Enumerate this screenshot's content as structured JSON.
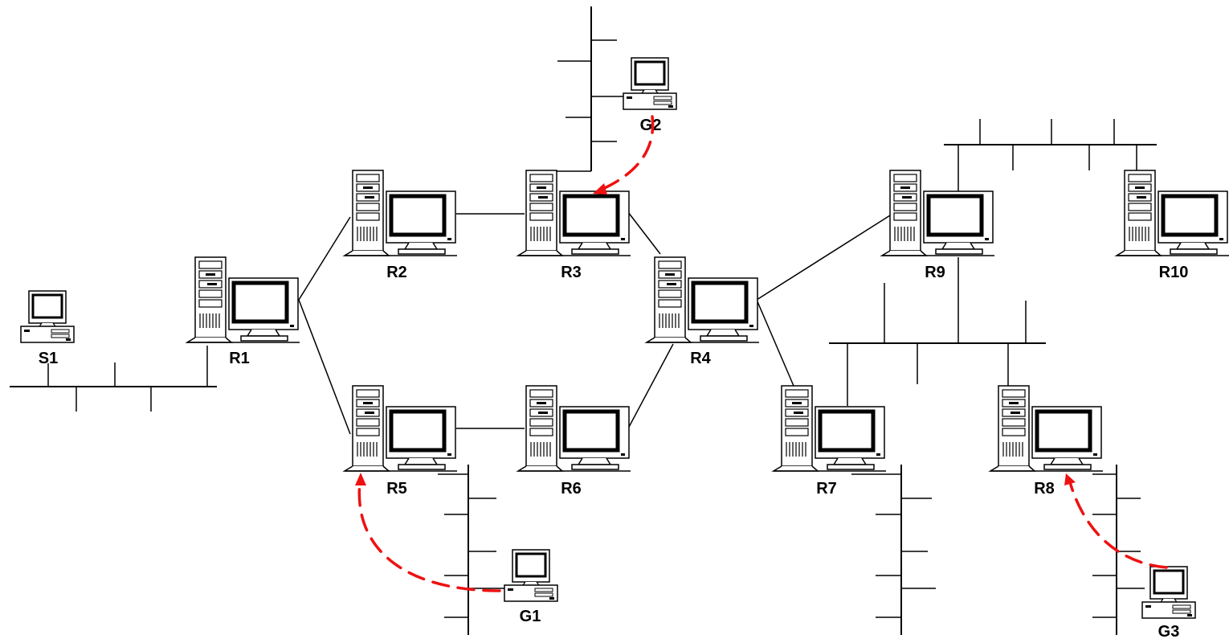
{
  "nodes": {
    "S1": "S1",
    "R1": "R1",
    "R2": "R2",
    "R3": "R3",
    "R4": "R4",
    "R5": "R5",
    "R6": "R6",
    "R7": "R7",
    "R8": "R8",
    "R9": "R9",
    "R10": "R10",
    "G1": "G1",
    "G2": "G2",
    "G3": "G3"
  },
  "colors": {
    "line": "#000000",
    "arrow": "#ee1111",
    "background": "#ffffff"
  },
  "icons": {
    "router": "tower-workstation-icon",
    "host": "desktop-computer-icon"
  }
}
